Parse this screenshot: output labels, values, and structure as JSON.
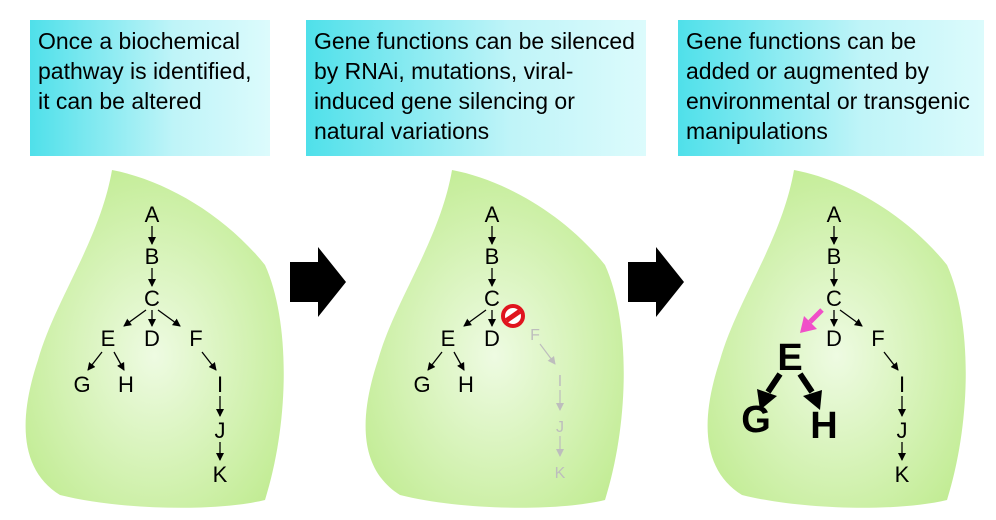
{
  "captions": [
    "Once a biochemical pathway is identified, it can be altered",
    "Gene functions can be silenced by RNAi, mutations, viral-induced gene silencing or natural variations",
    "Gene functions can be added or augmented by environmental or transgenic manipulations"
  ],
  "pathway_nodes": [
    "A",
    "B",
    "C",
    "D",
    "E",
    "F",
    "G",
    "H",
    "I",
    "J",
    "K"
  ],
  "colors": {
    "leaf_fill": "#c9ee9f",
    "caption_bg": "#4fe0ea",
    "arrow": "#000000",
    "faded": "#bdbdbd",
    "block_symbol": "#e0141e",
    "highlight_arrow": "#f04fc8"
  },
  "icons": [
    "leaf-shape",
    "flow-arrow-icon",
    "block-icon",
    "pink-arrow-icon"
  ]
}
